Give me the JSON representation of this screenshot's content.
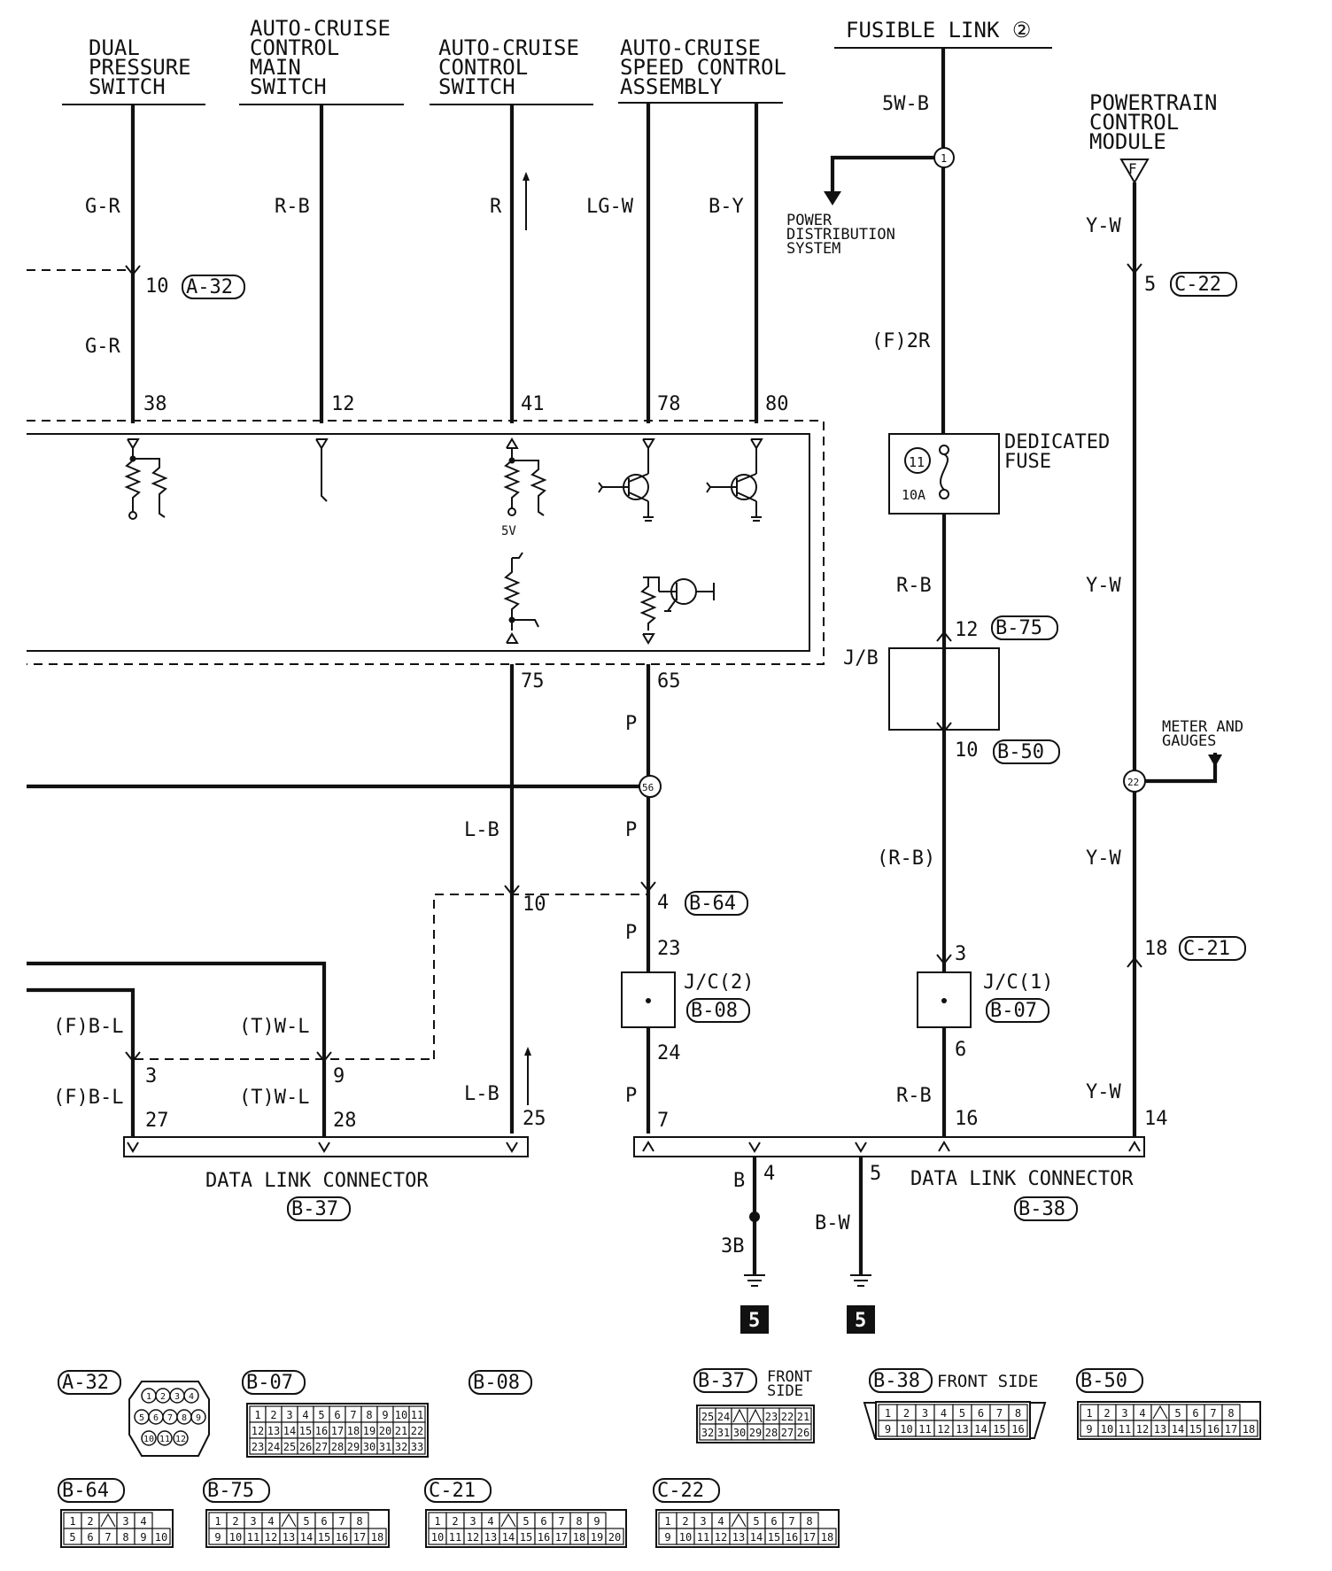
{
  "headers": {
    "dual_pressure": [
      "DUAL",
      "PRESSURE",
      "SWITCH"
    ],
    "acc_main": [
      "AUTO-CRUISE",
      "CONTROL",
      "MAIN",
      "SWITCH"
    ],
    "acc_switch": [
      "AUTO-CRUISE",
      "CONTROL",
      "SWITCH"
    ],
    "acc_speed": [
      "AUTO-CRUISE",
      "SPEED CONTROL",
      "ASSEMBLY"
    ],
    "fusible_link": "FUSIBLE LINK ②",
    "pcm": [
      "POWERTRAIN",
      "CONTROL",
      "MODULE"
    ],
    "pcm_pin": "F"
  },
  "wire_colors": {
    "g_r": "G-R",
    "r_b": "R-B",
    "r": "R",
    "lg_w": "LG-W",
    "b_y": "B-Y",
    "w5_b": "5W-B",
    "f2r": "(F)2R",
    "y_w": "Y-W",
    "p": "P",
    "l_b": "L-B",
    "r_b_paren": "(R-B)",
    "f_b_l": "(F)B-L",
    "t_w_l": "(T)W-L",
    "b": "B",
    "b_w": "B-W",
    "three_b": "3B"
  },
  "pins": {
    "p10": "10",
    "p38": "38",
    "p12": "12",
    "p41": "41",
    "p78": "78",
    "p80": "80",
    "p75": "75",
    "p65": "65",
    "p4": "4",
    "p23": "23",
    "p24": "24",
    "p7": "7",
    "p3": "3",
    "p9": "9",
    "p27": "27",
    "p28": "28",
    "p25": "25",
    "p16": "16",
    "p6": "6",
    "p14": "14",
    "p18": "18",
    "p5": "5",
    "p1": "1",
    "p56": "56",
    "p22": "22",
    "p11": "11"
  },
  "connectors": {
    "a32": "A-32",
    "c22": "C-22",
    "b75": "B-75",
    "b50": "B-50",
    "b64": "B-64",
    "b08": "B-08",
    "b07": "B-07",
    "c21": "C-21",
    "b37": "B-37",
    "b38": "B-38"
  },
  "labels": {
    "power_dist": [
      "POWER",
      "DISTRIBUTION",
      "SYSTEM"
    ],
    "dedicated_fuse": [
      "DEDICATED",
      "FUSE"
    ],
    "fuse_rating": "10A",
    "jb": "J/B",
    "jc2": "J/C(2)",
    "jc1": "J/C(1)",
    "meter": [
      "METER AND",
      "GAUGES"
    ],
    "five_v": "5V",
    "dlc": "DATA LINK CONNECTOR",
    "ground_num": "5",
    "front_side": "FRONT SIDE",
    "front_side_2": [
      "FRONT",
      "SIDE"
    ]
  },
  "connector_views": {
    "a32_pins": [
      "1",
      "2",
      "3",
      "4",
      "5",
      "6",
      "7",
      "8",
      "9",
      "10",
      "11",
      "12"
    ],
    "b07_rows": [
      [
        "1",
        "2",
        "3",
        "4",
        "5",
        "6",
        "7",
        "8",
        "9",
        "10",
        "11"
      ],
      [
        "12",
        "13",
        "14",
        "15",
        "16",
        "17",
        "18",
        "19",
        "20",
        "21",
        "22"
      ],
      [
        "23",
        "24",
        "25",
        "26",
        "27",
        "28",
        "29",
        "30",
        "31",
        "32",
        "33"
      ]
    ],
    "b37_rows": [
      [
        "25",
        "24",
        "",
        "",
        "23",
        "22",
        "21"
      ],
      [
        "32",
        "31",
        "30",
        "29",
        "28",
        "27",
        "26"
      ]
    ],
    "b38_rows": [
      [
        "1",
        "2",
        "3",
        "4",
        "5",
        "6",
        "7",
        "8"
      ],
      [
        "9",
        "10",
        "11",
        "12",
        "13",
        "14",
        "15",
        "16"
      ]
    ],
    "b50_rows": [
      [
        "1",
        "2",
        "3",
        "4",
        "",
        "5",
        "6",
        "7",
        "8"
      ],
      [
        "9",
        "10",
        "11",
        "12",
        "13",
        "14",
        "15",
        "16",
        "17",
        "18"
      ]
    ],
    "b64_rows": [
      [
        "1",
        "2",
        "",
        "3",
        "4"
      ],
      [
        "5",
        "6",
        "7",
        "8",
        "9",
        "10"
      ]
    ],
    "b75_rows": [
      [
        "1",
        "2",
        "3",
        "4",
        "",
        "5",
        "6",
        "7",
        "8"
      ],
      [
        "9",
        "10",
        "11",
        "12",
        "13",
        "14",
        "15",
        "16",
        "17",
        "18"
      ]
    ],
    "c21_rows": [
      [
        "1",
        "2",
        "3",
        "4",
        "",
        "5",
        "6",
        "7",
        "8",
        "9"
      ],
      [
        "10",
        "11",
        "12",
        "13",
        "14",
        "15",
        "16",
        "17",
        "18",
        "19",
        "20"
      ]
    ],
    "c22_rows": [
      [
        "1",
        "2",
        "3",
        "4",
        "",
        "5",
        "6",
        "7",
        "8"
      ],
      [
        "9",
        "10",
        "11",
        "12",
        "13",
        "14",
        "15",
        "16",
        "17",
        "18"
      ]
    ]
  }
}
